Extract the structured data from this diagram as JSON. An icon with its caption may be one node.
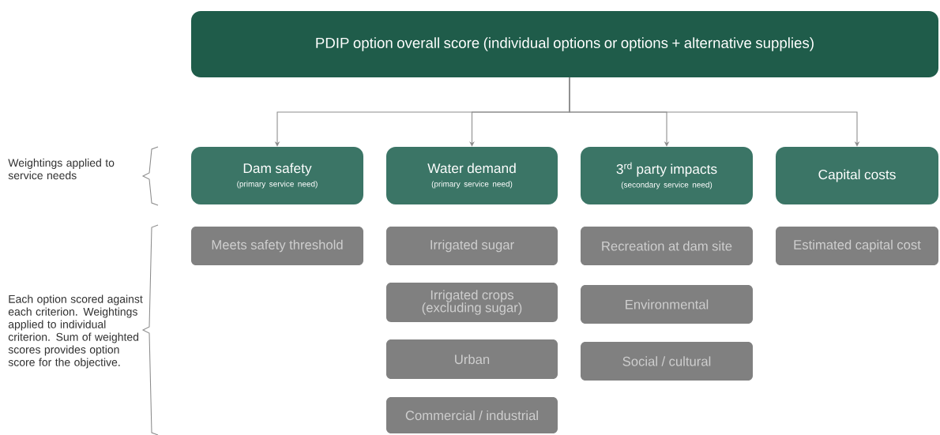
{
  "diagram": {
    "nodes": [
      {
        "text": [
          "PDIP option overall score (individual options or options + alternative supplies)"
        ]
      },
      {
        "text": [
          "Dam safety",
          "(primary service need)"
        ]
      },
      {
        "text": [
          "Water demand",
          "(primary service need)"
        ]
      },
      {
        "text": [
          "3$^{rd}$ party impacts",
          "(secondary service need)"
        ]
      },
      {
        "text": [
          "Capital costs"
        ]
      },
      {
        "text": [
          "Meets safety threshold"
        ]
      },
      {
        "text": [
          "Irrigated sugar"
        ]
      },
      {
        "text": [
          "Irrigated crops (excluding sugar)"
        ]
      },
      {
        "text": [
          "Urban"
        ]
      },
      {
        "text": [
          "Commercial / industrial"
        ]
      },
      {
        "text": [
          "Recreation at dam site"
        ]
      },
      {
        "text": [
          "Environmental"
        ]
      },
      {
        "text": [
          "Social / cultural"
        ]
      },
      {
        "text": [
          "Estimated capital cost"
        ]
      }
    ],
    "edges": [
      {
        "from": 0,
        "to": 1,
        "arrow": "to"
      },
      {
        "from": 0,
        "to": 2,
        "arrow": "to"
      },
      {
        "from": 0,
        "to": 3,
        "arrow": "to"
      },
      {
        "from": 0,
        "to": 4,
        "arrow": "to"
      }
    ],
    "labels": [
      "Weightings applied to service needs",
      "Each option scored against each criterion. Weightings applied to individual criterion. Sum of weighted scores provides option score for the objective."
    ]
  }
}
